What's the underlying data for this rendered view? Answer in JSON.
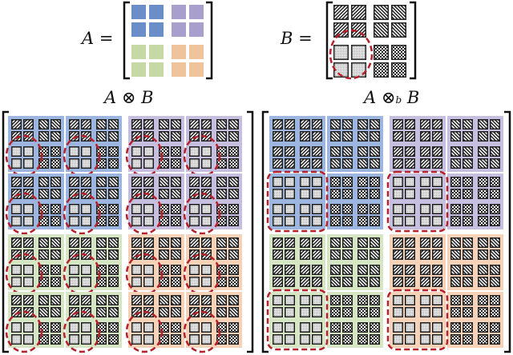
{
  "matrix_a": {
    "label": "A =",
    "colors": {
      "blue": "#6a8ec8",
      "purple": "#a99fcc",
      "green": "#c6d8a4",
      "orange": "#efc39c"
    }
  },
  "matrix_b": {
    "label": "B =",
    "quadrants": [
      "diagonal-down",
      "diagonal-up",
      "dotted",
      "checker"
    ],
    "highlight": "dotted"
  },
  "kronecker": {
    "label_main": "A ⊗ B",
    "highlight_style": "dashed-circle"
  },
  "block_kronecker": {
    "label_main": "A ⊗",
    "label_sub": "b",
    "label_tail": "B",
    "highlight_style": "dashed-rounded-rect"
  },
  "panel_colors": {
    "blue": "#9db6df",
    "purple": "#c6bfe0",
    "green": "#d6e5c3",
    "orange": "#f6d3b8"
  },
  "highlight_color": "#b5202a"
}
